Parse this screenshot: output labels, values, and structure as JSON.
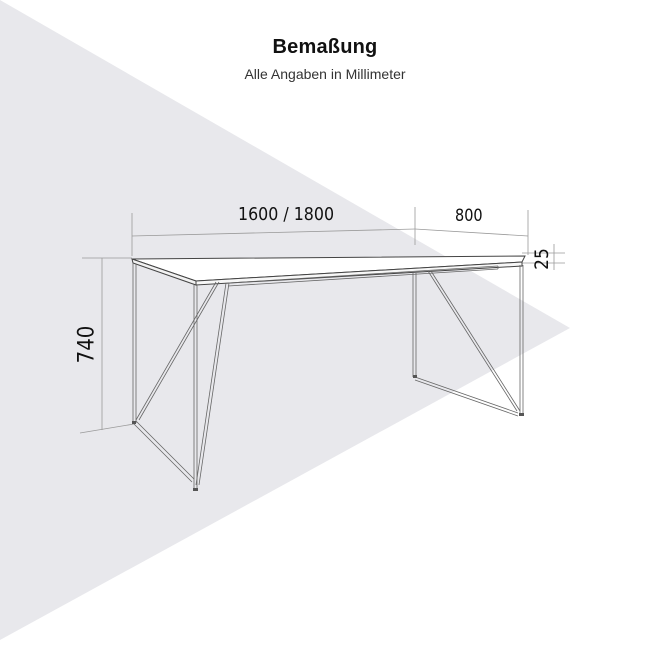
{
  "header": {
    "title": "Bemaßung",
    "subtitle": "Alle Angaben in Millimeter"
  },
  "dimensions": {
    "width": "1600 / 1800",
    "depth": "800",
    "top_thickness": "25",
    "height": "740"
  },
  "colors": {
    "background": "#ffffff",
    "triangle": "#e8e8ec",
    "line": "#555555",
    "dim_line": "#9a9a9a",
    "text": "#111111"
  },
  "product": {
    "type": "desk-with-wire-frame-legs"
  }
}
